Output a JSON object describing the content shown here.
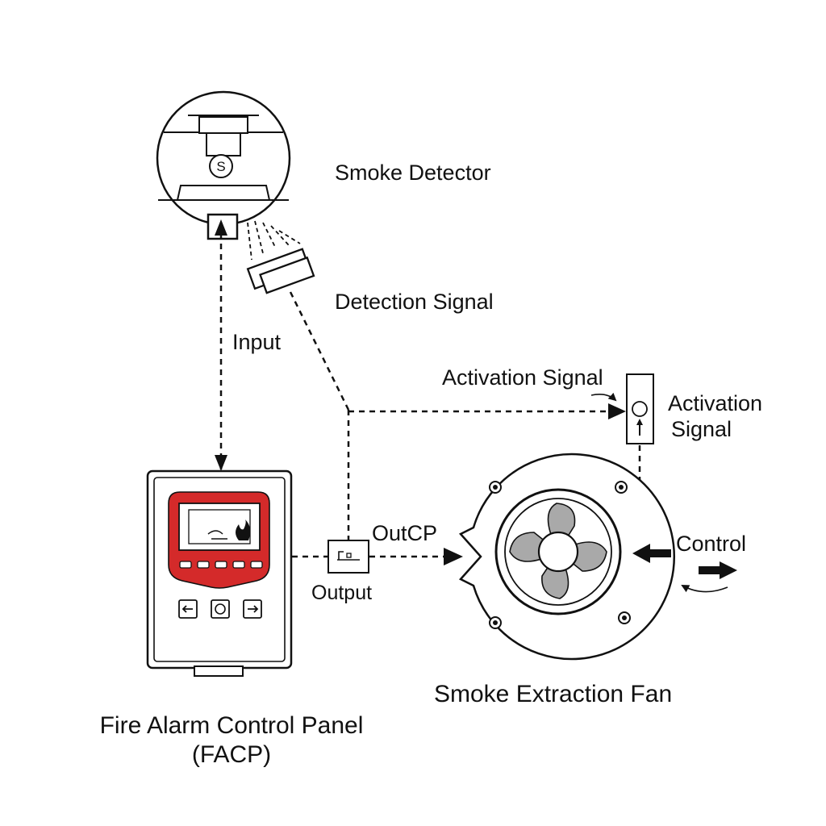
{
  "labels": {
    "smoke_detector": "Smoke Detector",
    "detection_signal": "Detection Signal",
    "input": "Input",
    "activation_signal_top": "Activation Signal",
    "activation_signal_right_1": "Activation",
    "activation_signal_right_2": "Signal",
    "outcp": "OutCP",
    "output": "Output",
    "control": "Control",
    "fan": "Smoke Extraction Fan",
    "facp_line1": "Fire Alarm Control Panel",
    "facp_line2": "(FACP)"
  },
  "detector_symbol": "S",
  "colors": {
    "panel_red": "#d42a2a",
    "fan_blade": "#a9a9a9",
    "line": "#111111"
  }
}
